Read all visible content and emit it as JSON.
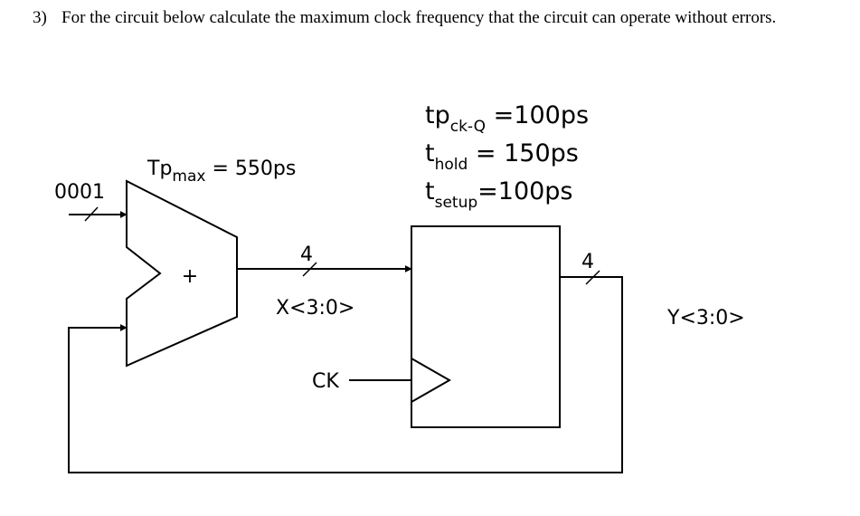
{
  "question": {
    "number": "3)",
    "text": "For the circuit below calculate the maximum clock frequency that the circuit can operate without errors."
  },
  "diagram": {
    "input_label": "0001",
    "adder_tp": {
      "base": "Tp",
      "sub": "max",
      "rest": " = 550ps"
    },
    "adder_symbol": "+",
    "bus_width_x": "4",
    "bus_label_x": "X<3:0>",
    "bus_width_y": "4",
    "bus_label_y": "Y<3:0>",
    "clock_label": "CK",
    "ff_params": [
      {
        "base": "tp",
        "sub": "ck-Q",
        "rest": " =100ps"
      },
      {
        "base": "t",
        "sub": "hold",
        "rest": " = 150ps"
      },
      {
        "base": "t",
        "sub": "setup",
        "rest": "=100ps"
      }
    ]
  }
}
